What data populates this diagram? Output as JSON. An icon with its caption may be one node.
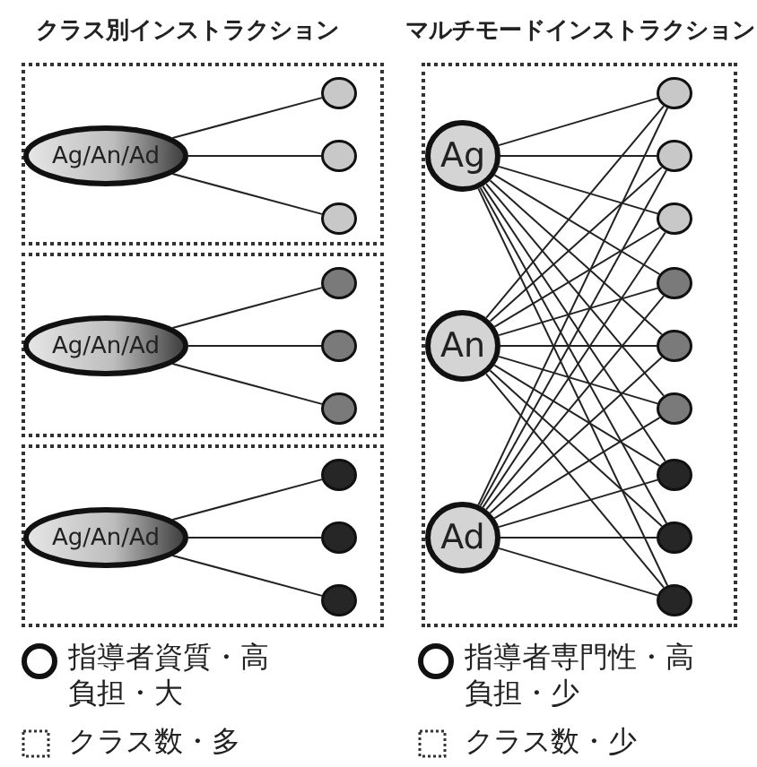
{
  "diagram": {
    "nodes": [
      {
        "text": [],
        "shape": "box"
      },
      {
        "text": [
          "Ag/An/Ad"
        ],
        "in": 0
      },
      {
        "text": [],
        "shape": "circle",
        "in": 0
      },
      {
        "text": [],
        "shape": "circle",
        "in": 0
      },
      {
        "text": [],
        "shape": "circle",
        "in": 0
      },
      {
        "text": [],
        "shape": "box"
      },
      {
        "text": [
          "Ag/An/Ad"
        ],
        "in": 5
      },
      {
        "text": [],
        "shape": "circle",
        "in": 5
      },
      {
        "text": [],
        "shape": "circle",
        "in": 5
      },
      {
        "text": [],
        "shape": "circle",
        "in": 5
      },
      {
        "text": [],
        "shape": "box"
      },
      {
        "text": [
          "Ag/An/Ad"
        ],
        "in": 10
      },
      {
        "text": [],
        "shape": "circle",
        "in": 10
      },
      {
        "text": [],
        "shape": "circle",
        "in": 10
      },
      {
        "text": [],
        "shape": "circle",
        "in": 10
      },
      {
        "text": [],
        "shape": "box"
      },
      {
        "text": [
          "Ag"
        ],
        "in": 15
      },
      {
        "text": [
          "An"
        ],
        "in": 15
      },
      {
        "text": [
          "Ad"
        ],
        "in": 15
      },
      {
        "text": [],
        "shape": "circle",
        "in": 15
      },
      {
        "text": [],
        "shape": "circle",
        "in": 15
      },
      {
        "text": [],
        "shape": "circle",
        "in": 15
      },
      {
        "text": [],
        "shape": "circle",
        "in": 15
      },
      {
        "text": [],
        "shape": "circle",
        "in": 15
      },
      {
        "text": [],
        "shape": "circle",
        "in": 15
      },
      {
        "text": [],
        "shape": "circle",
        "in": 15
      },
      {
        "text": [],
        "shape": "circle",
        "in": 15
      },
      {
        "text": [],
        "shape": "circle",
        "in": 15
      }
    ],
    "edges": [
      {
        "from": 1,
        "to": 2,
        "arrow": "none"
      },
      {
        "from": 1,
        "to": 3,
        "arrow": "none"
      },
      {
        "from": 1,
        "to": 4,
        "arrow": "none"
      },
      {
        "from": 6,
        "to": 7,
        "arrow": "none"
      },
      {
        "from": 6,
        "to": 8,
        "arrow": "none"
      },
      {
        "from": 6,
        "to": 9,
        "arrow": "none"
      },
      {
        "from": 11,
        "to": 12,
        "arrow": "none"
      },
      {
        "from": 11,
        "to": 13,
        "arrow": "none"
      },
      {
        "from": 11,
        "to": 14,
        "arrow": "none"
      },
      {
        "from": 16,
        "to": 19,
        "arrow": "none"
      },
      {
        "from": 16,
        "to": 20,
        "arrow": "none"
      },
      {
        "from": 16,
        "to": 21,
        "arrow": "none"
      },
      {
        "from": 16,
        "to": 22,
        "arrow": "none"
      },
      {
        "from": 16,
        "to": 23,
        "arrow": "none"
      },
      {
        "from": 16,
        "to": 24,
        "arrow": "none"
      },
      {
        "from": 16,
        "to": 25,
        "arrow": "none"
      },
      {
        "from": 16,
        "to": 26,
        "arrow": "none"
      },
      {
        "from": 16,
        "to": 27,
        "arrow": "none"
      },
      {
        "from": 17,
        "to": 19,
        "arrow": "none"
      },
      {
        "from": 17,
        "to": 20,
        "arrow": "none"
      },
      {
        "from": 17,
        "to": 21,
        "arrow": "none"
      },
      {
        "from": 17,
        "to": 22,
        "arrow": "none"
      },
      {
        "from": 17,
        "to": 23,
        "arrow": "none"
      },
      {
        "from": 17,
        "to": 24,
        "arrow": "none"
      },
      {
        "from": 17,
        "to": 25,
        "arrow": "none"
      },
      {
        "from": 17,
        "to": 26,
        "arrow": "none"
      },
      {
        "from": 17,
        "to": 27,
        "arrow": "none"
      },
      {
        "from": 18,
        "to": 19,
        "arrow": "none"
      },
      {
        "from": 18,
        "to": 20,
        "arrow": "none"
      },
      {
        "from": 18,
        "to": 21,
        "arrow": "none"
      },
      {
        "from": 18,
        "to": 22,
        "arrow": "none"
      },
      {
        "from": 18,
        "to": 23,
        "arrow": "none"
      },
      {
        "from": 18,
        "to": 24,
        "arrow": "none"
      },
      {
        "from": 18,
        "to": 25,
        "arrow": "none"
      },
      {
        "from": 18,
        "to": 26,
        "arrow": "none"
      },
      {
        "from": 18,
        "to": 27,
        "arrow": "none"
      }
    ],
    "labels": [
      "クラス別インストラクション",
      "マルチモードインストラクション"
    ],
    "legend": [
      {
        "text": "指導者資質・高負担・大"
      },
      {
        "text": "指導者専門性・高負担・少"
      },
      {
        "text": "クラス数・多"
      },
      {
        "text": "クラス数・少"
      }
    ]
  }
}
